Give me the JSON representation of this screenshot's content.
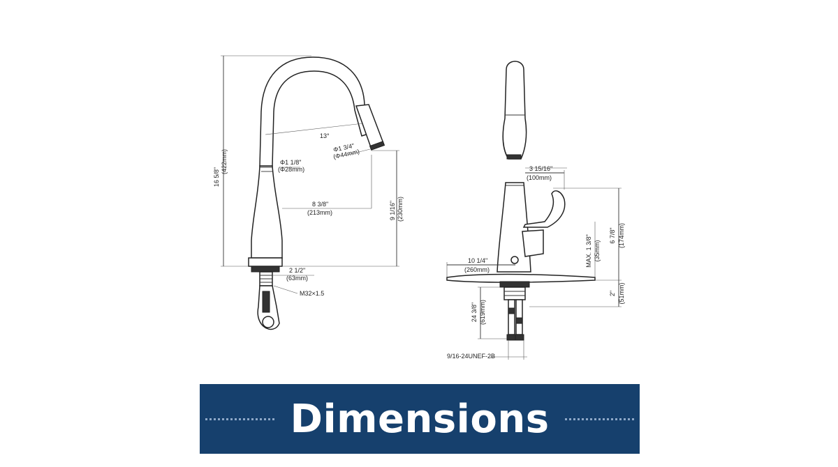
{
  "banner": {
    "title": "Dimensions"
  },
  "front_view": {
    "overall_height": "16 5/8\"",
    "overall_height_mm": "(422mm)",
    "spray_angle": "13°",
    "spout_diameter": "Φ1 1/8\"",
    "spout_diameter_mm": "(Φ28mm)",
    "head_diameter": "Φ1 3/4\"",
    "head_diameter_mm": "(Φ44mm)",
    "reach": "8 3/8\"",
    "reach_mm": "(213mm)",
    "spout_height": "9 1/16\"",
    "spout_height_mm": "(230mm)",
    "base_diameter": "2 1/2\"",
    "base_diameter_mm": "(63mm)",
    "thread": "M32×1.5"
  },
  "side_view": {
    "handle_clearance": "3 15/16\"",
    "handle_clearance_mm": "(100mm)",
    "handle_height": "6 7/8\"",
    "handle_height_mm": "(174mm)",
    "plate_width": "10 1/4\"",
    "plate_width_mm": "(260mm)",
    "deck_thickness": "MAX. 1 3/8\"",
    "deck_thickness_mm": "(35mm)",
    "shank_length": "2\"",
    "shank_length_mm": "(51mm)",
    "hose_length": "24 3/8\"",
    "hose_length_mm": "(619mm)",
    "connector": "9/16-24UNEF-2B"
  }
}
